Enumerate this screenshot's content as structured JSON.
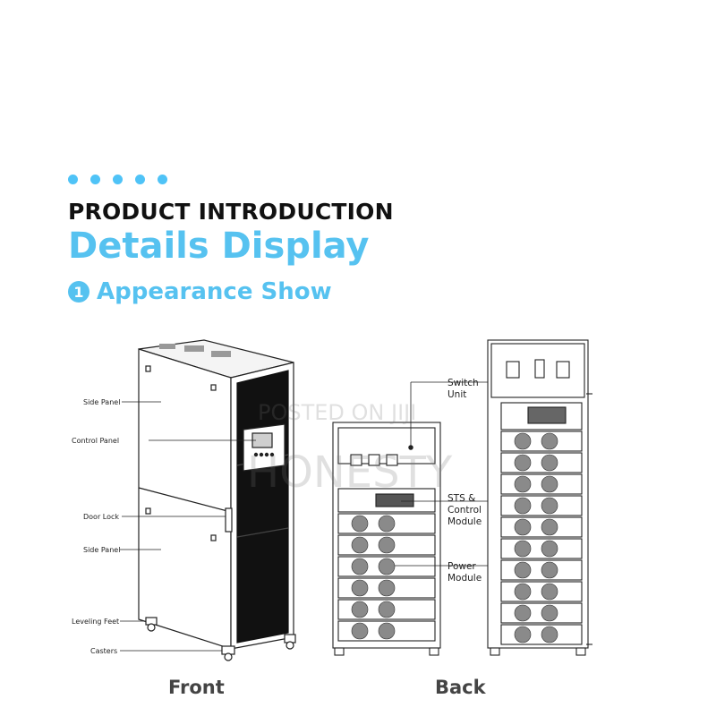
{
  "header": {
    "kicker": "PRODUCT INTRODUCTION",
    "headline": "Details Display",
    "subheading_number": "1",
    "subheading": "Appearance Show"
  },
  "front_view": {
    "caption": "Front",
    "callouts": [
      "Side Panel",
      "Control Panel",
      "Door Lock",
      "Side Panel",
      "Leveling Feet",
      "Casters"
    ]
  },
  "back_view": {
    "caption": "Back",
    "callouts": [
      {
        "line1": "Switch",
        "line2": "Unit"
      },
      {
        "line1": "STS &",
        "line2": "Control",
        "line3": "Module"
      },
      {
        "line1": "Power",
        "line2": "Module"
      }
    ]
  },
  "watermark": {
    "line1": "POSTED ON JIJI",
    "line2": "HONESTY"
  },
  "colors": {
    "accent": "#56c2f0",
    "dots": "#4fc3f7",
    "heading_dark": "#111111",
    "line_art": "#222222"
  },
  "icons": [
    "dot-decoration",
    "number-one-badge-icon"
  ]
}
